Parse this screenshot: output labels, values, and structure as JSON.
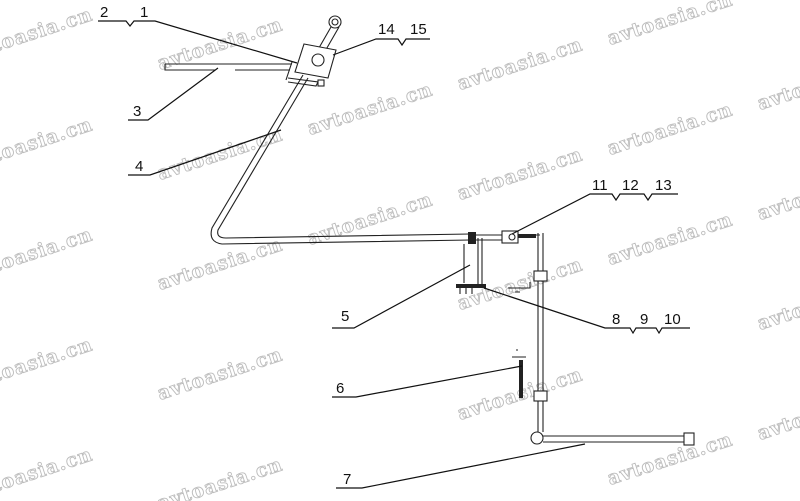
{
  "watermark": "avtoasia.cn",
  "callouts": {
    "c_2_1": [
      "2",
      "1"
    ],
    "c_14_15": [
      "14",
      "15"
    ],
    "c_3": "3",
    "c_4": "4",
    "c_11_12_13": [
      "11",
      "12",
      "13"
    ],
    "c_5": "5",
    "c_8_9_10": [
      "8",
      "9",
      "10"
    ],
    "c_6": "6",
    "c_7": "7"
  }
}
